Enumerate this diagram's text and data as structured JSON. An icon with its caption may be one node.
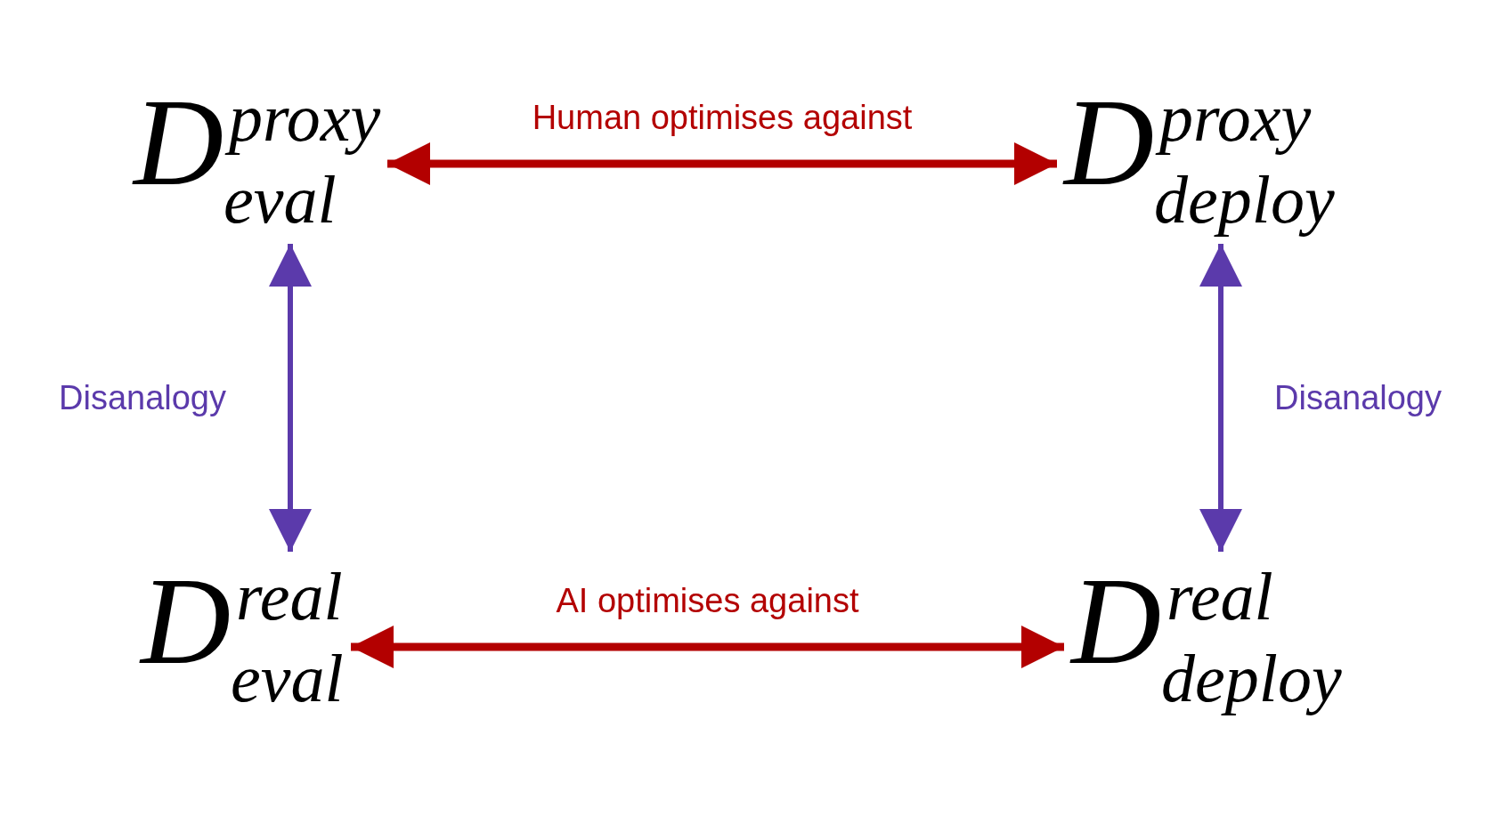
{
  "diagram": {
    "nodes": [
      {
        "text": [
          "D$^{proxy}$$_{eval}$"
        ]
      },
      {
        "text": [
          "D$^{proxy}$$_{deploy}$"
        ]
      },
      {
        "text": [
          "D$^{real}$$_{eval}$"
        ]
      },
      {
        "text": [
          "D$^{real}$$_{deploy}$"
        ]
      }
    ],
    "edges": [
      {
        "from": 0,
        "to": 1,
        "arrow": "both",
        "label": "Human optimises against",
        "color": "#b30000"
      },
      {
        "from": 2,
        "to": 3,
        "arrow": "both",
        "label": "AI optimises against",
        "color": "#b30000"
      },
      {
        "from": 0,
        "to": 2,
        "arrow": "both",
        "label": "Disanalogy",
        "color": "#5b3aab"
      },
      {
        "from": 1,
        "to": 3,
        "arrow": "both",
        "label": "Disanalogy",
        "color": "#5b3aab"
      }
    ]
  }
}
